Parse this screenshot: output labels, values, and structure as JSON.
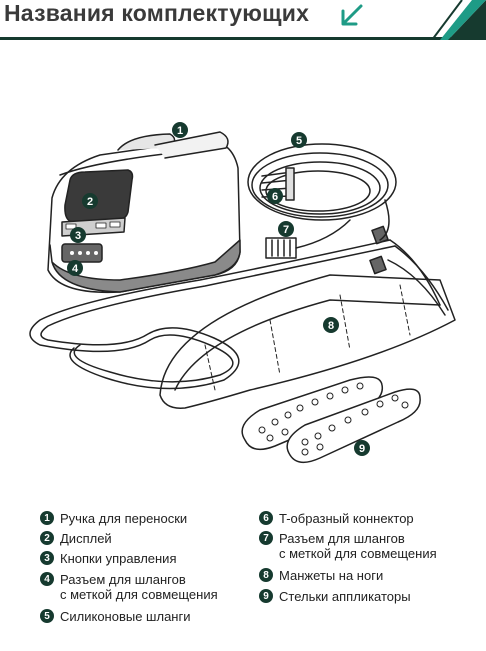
{
  "header": {
    "title": "Названия комплектующих",
    "title_arrow_icon": "diagonal-arrow-down-left-icon",
    "accent_color": "#1e9b86",
    "dark_color": "#163a2f"
  },
  "callouts": [
    "1",
    "2",
    "3",
    "4",
    "5",
    "6",
    "7",
    "8",
    "9"
  ],
  "legend": {
    "left": [
      {
        "number": "1",
        "label": "Ручка для переноски"
      },
      {
        "number": "2",
        "label": "Дисплей"
      },
      {
        "number": "3",
        "label": "Кнопки управления"
      },
      {
        "number": "4",
        "label": "Разъем для шлангов\nс меткой для совмещения"
      },
      {
        "number": "5",
        "label": "Силиконовые шланги"
      }
    ],
    "right": [
      {
        "number": "6",
        "label": "T-образный коннектор"
      },
      {
        "number": "7",
        "label": "Разъем для шлангов\nс меткой для совмещения"
      },
      {
        "number": "8",
        "label": "Манжеты на ноги"
      },
      {
        "number": "9",
        "label": "Стельки аппликаторы"
      }
    ]
  }
}
